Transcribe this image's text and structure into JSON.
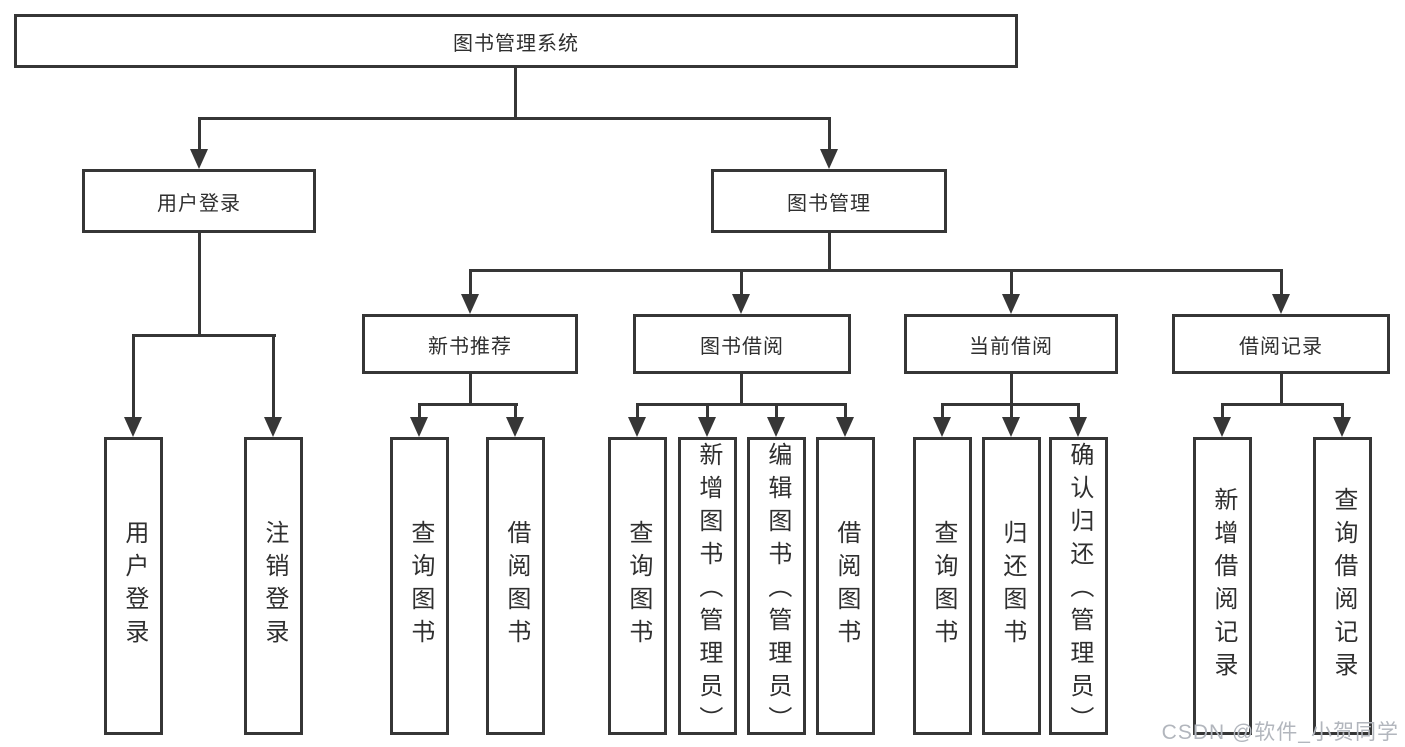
{
  "tree": {
    "label": "图书管理系统",
    "children": [
      {
        "label": "用户登录",
        "children": [
          {
            "label": "用户登录"
          },
          {
            "label": "注销登录"
          }
        ]
      },
      {
        "label": "图书管理",
        "children": [
          {
            "label": "新书推荐",
            "children": [
              {
                "label": "查询图书"
              },
              {
                "label": "借阅图书"
              }
            ]
          },
          {
            "label": "图书借阅",
            "children": [
              {
                "label": "查询图书"
              },
              {
                "label": "新增图书（管理员）"
              },
              {
                "label": "编辑图书（管理员）"
              },
              {
                "label": "借阅图书"
              }
            ]
          },
          {
            "label": "当前借阅",
            "children": [
              {
                "label": "查询图书"
              },
              {
                "label": "归还图书"
              },
              {
                "label": "确认归还（管理员）"
              }
            ]
          },
          {
            "label": "借阅记录",
            "children": [
              {
                "label": "新增借阅记录"
              },
              {
                "label": "查询借阅记录"
              }
            ]
          }
        ]
      }
    ]
  },
  "watermark": "CSDN @软件_小贺同学",
  "colors": {
    "line": "#363636",
    "text": "#2f2f2f",
    "watermark": "#b2b6bd",
    "background": "#ffffff"
  }
}
